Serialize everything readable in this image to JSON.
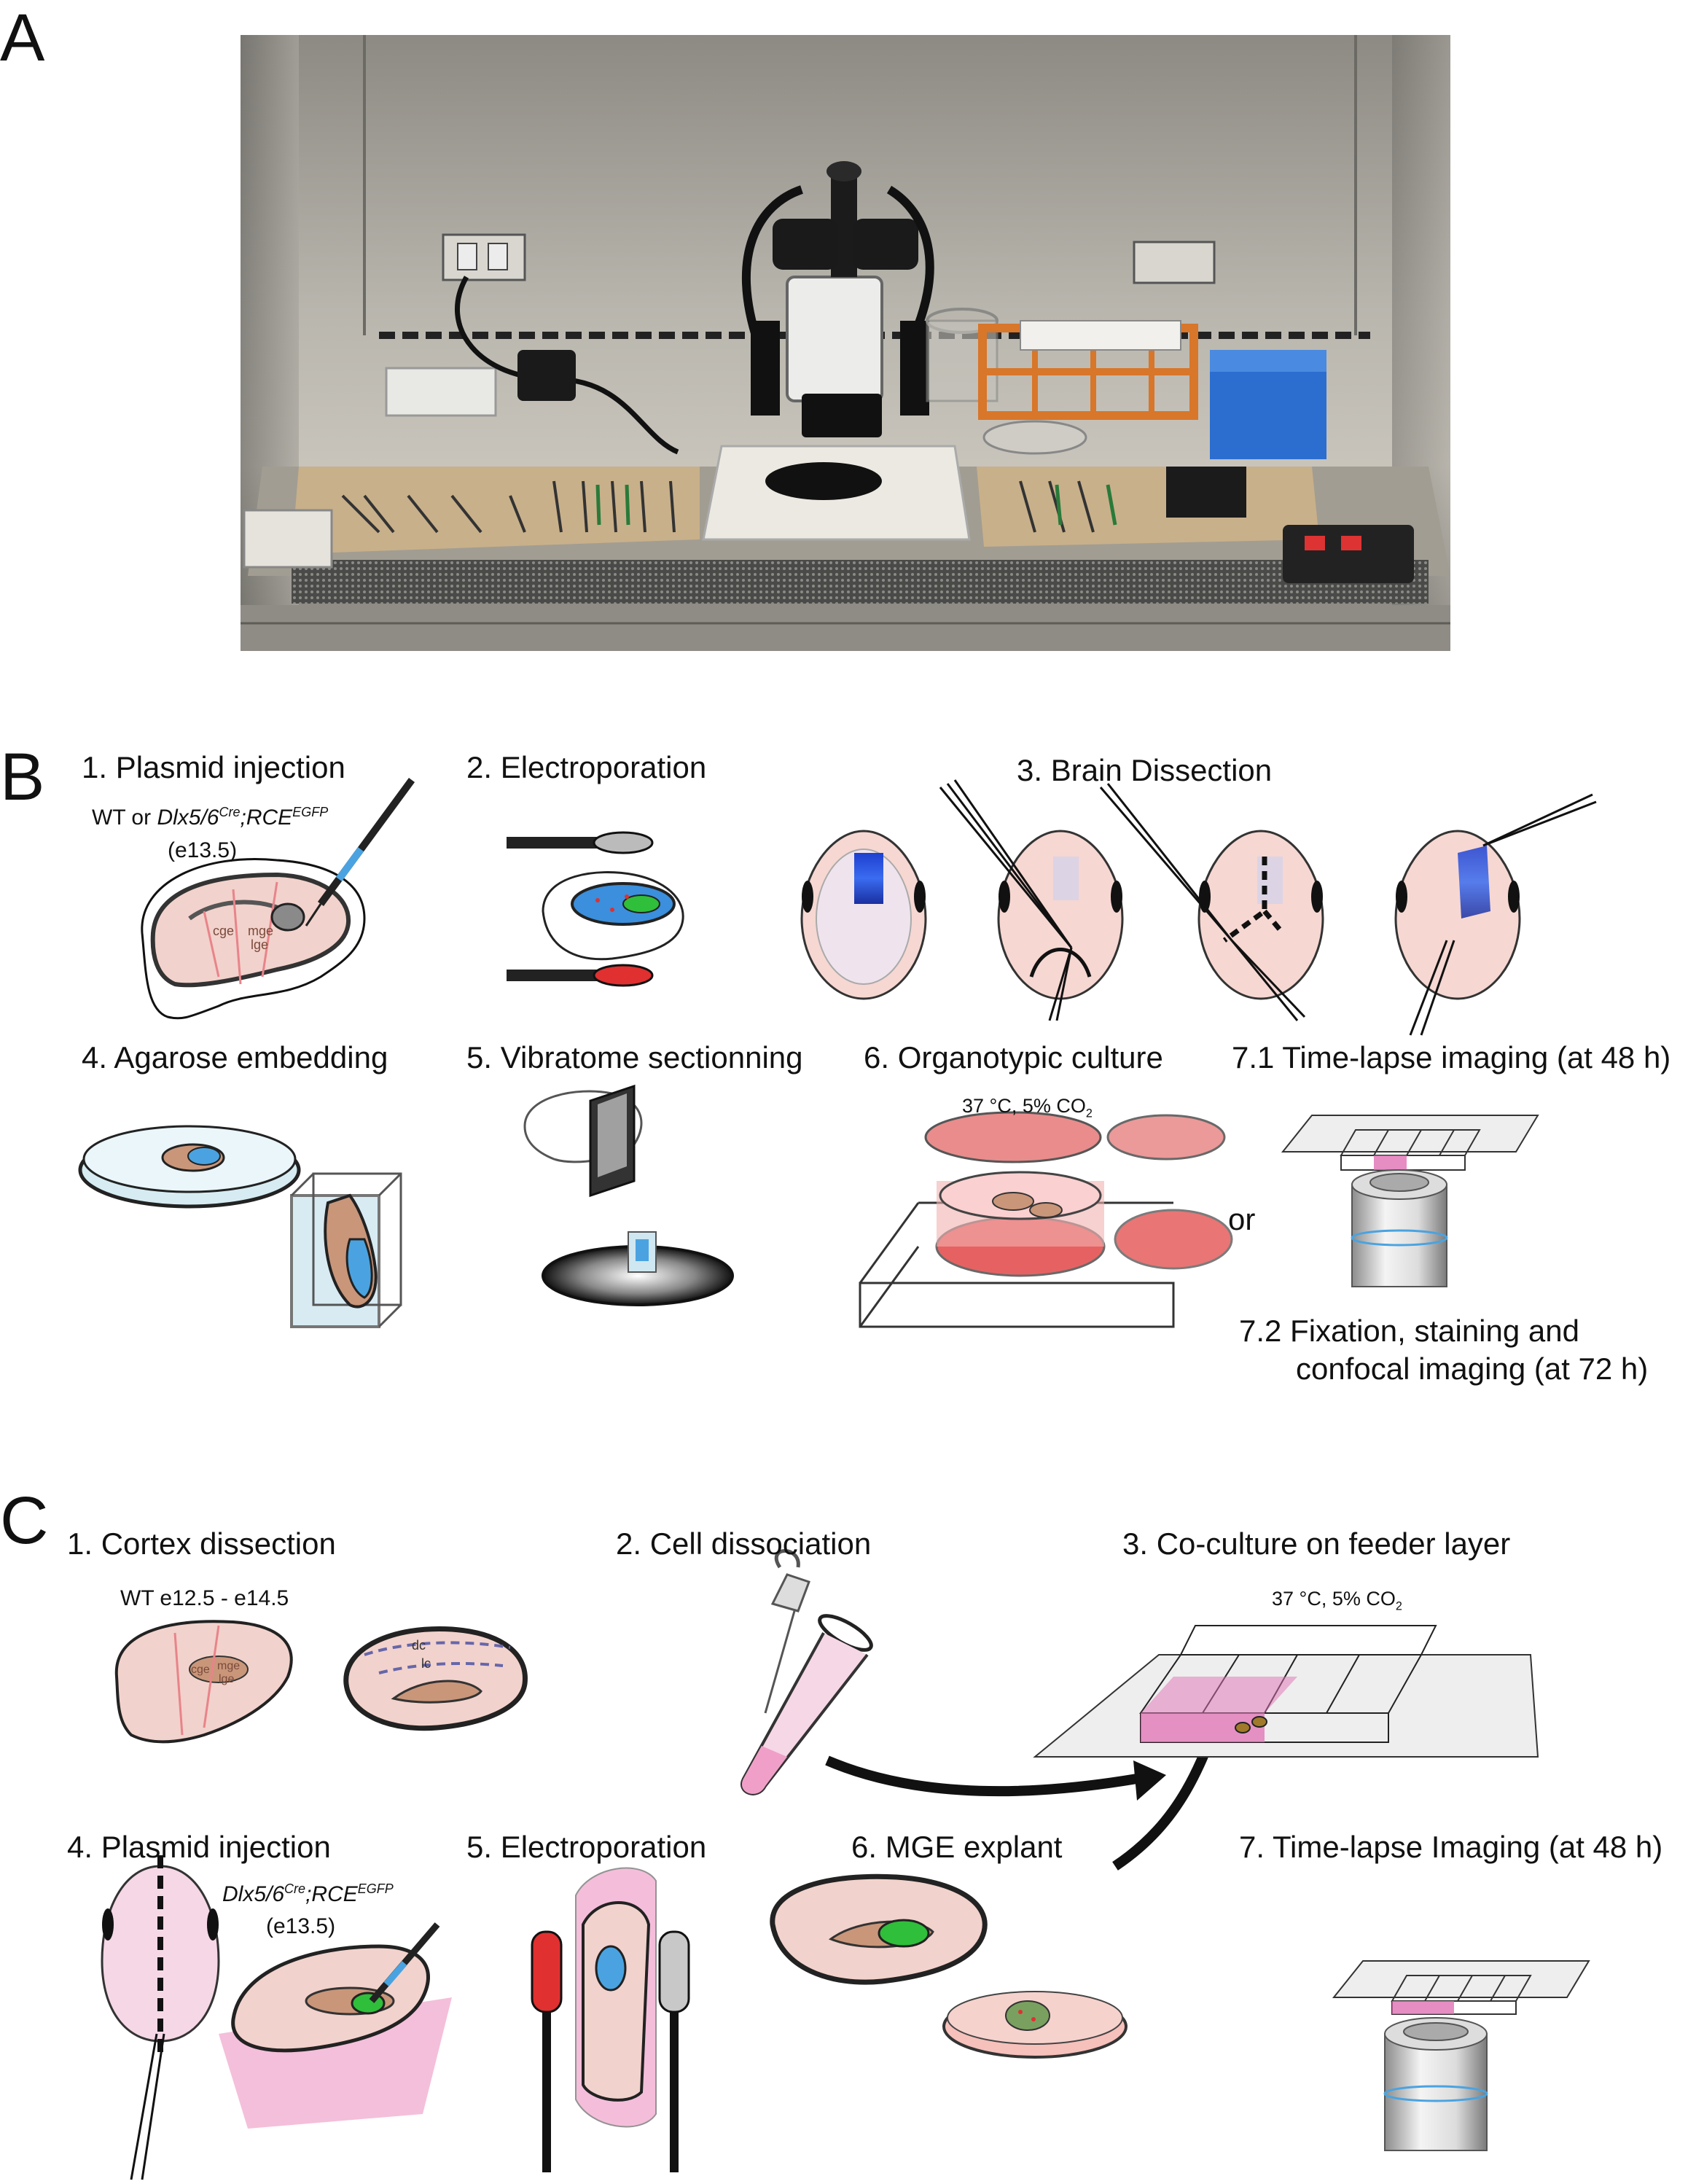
{
  "panels": {
    "a": {
      "letter": "A"
    },
    "b": {
      "letter": "B",
      "steps": {
        "s1": "1. Plasmid injection",
        "s2": "2. Electroporation",
        "s3": "3. Brain Dissection",
        "s4": "4. Agarose embedding",
        "s5": "5. Vibratome sectionning",
        "s6": "6. Organotypic culture",
        "s71": "7.1 Time-lapse imaging (at 48 h)",
        "s72a": "7.2  Fixation, staining and",
        "s72b": "confocal imaging (at 72 h)"
      },
      "genotype_prefix": "WT or ",
      "genotype_gene": "Dlx5/6",
      "genotype_cre": "Cre",
      "genotype_sep": ";RCE",
      "genotype_egfp": "EGFP",
      "age": "(e13.5)",
      "culture_cond_main": "37 °C, 5% CO",
      "culture_cond_sub": "2",
      "or": "or",
      "brain_labels": {
        "cge": "cge",
        "mge": "mge",
        "lge": "lge"
      }
    },
    "c": {
      "letter": "C",
      "steps": {
        "s1": "1. Cortex dissection",
        "s2": "2. Cell dissociation",
        "s3": "3. Co-culture on feeder layer",
        "s4": "4. Plasmid injection",
        "s5": "5. Electroporation",
        "s6": "6. MGE explant",
        "s7": "7. Time-lapse Imaging (at 48 h)"
      },
      "wt_age": "WT e12.5 - e14.5",
      "culture_cond_main": "37 °C, 5% CO",
      "culture_cond_sub": "2",
      "genotype_gene": "Dlx5/6",
      "genotype_cre": "Cre",
      "genotype_sep": ";RCE",
      "genotype_egfp": "EGFP",
      "age": "(e13.5)",
      "brain_labels": {
        "cge": "cge",
        "mge": "mge",
        "lge": "lge",
        "dc": "dc",
        "lc": "lc"
      }
    }
  },
  "colors": {
    "brain_pink": "#f2d2cc",
    "tissue_tan": "#c9967a",
    "blue": "#4aa3e0",
    "green": "#2fbf3a",
    "magenta": "#e070b4",
    "red": "#e03030"
  }
}
